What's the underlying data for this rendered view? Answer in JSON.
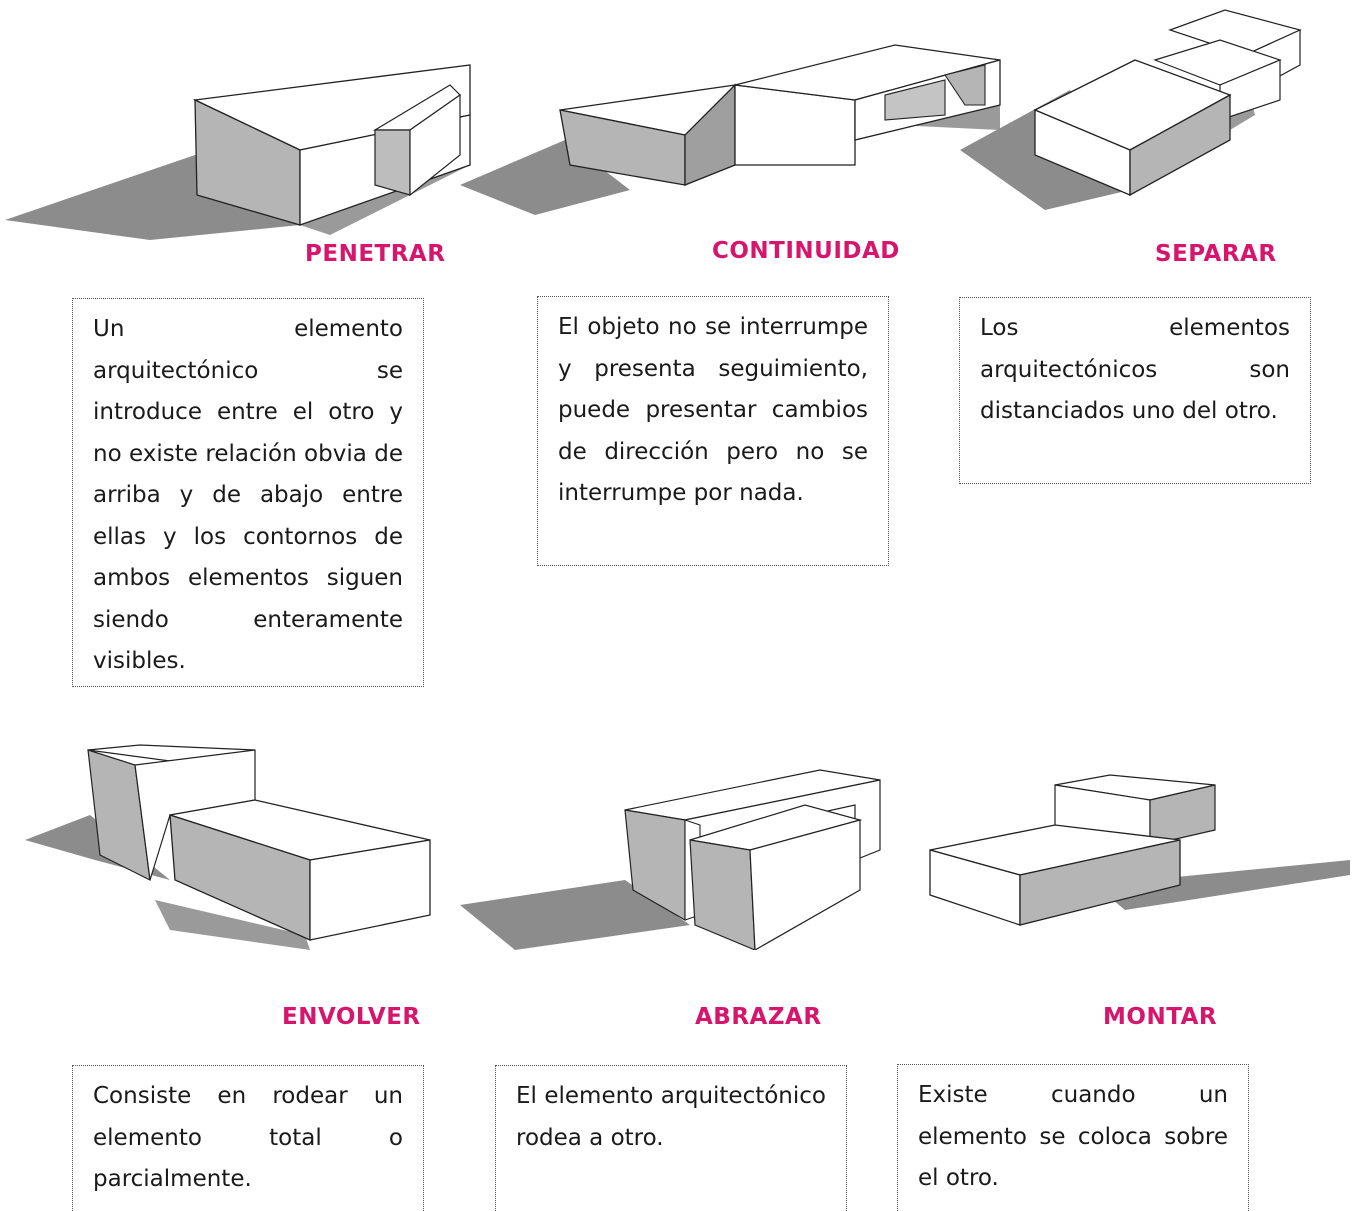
{
  "concepts": [
    {
      "title": "PENETRAR",
      "text": "Un elemento arquitectónico se introduce entre el otro y no existe relación obvia de arriba y de abajo entre ellas y los contornos de ambos elementos siguen siendo enteramente visibles."
    },
    {
      "title": "CONTINUIDAD",
      "text": "El objeto no se interrumpe y presenta seguimiento, puede presentar cambios de dirección pero no se interrumpe por nada."
    },
    {
      "title": "SEPARAR",
      "text": "Los elementos arquitectónicos son distanciados uno del otro."
    },
    {
      "title": "ENVOLVER",
      "text": "Consiste en rodear un elemento total o parcialmente."
    },
    {
      "title": "ABRAZAR",
      "text": "El elemento arquitectónico rodea a otro."
    },
    {
      "title": "MONTAR",
      "text": "Existe cuando un elemento se coloca sobre el otro."
    }
  ],
  "colors": {
    "title": "#d6166d",
    "text": "#1a1a1a",
    "shadow": "#8c8c8c",
    "face_light": "#ffffff",
    "face_dark": "#b5b5b5",
    "edge": "#222222"
  }
}
